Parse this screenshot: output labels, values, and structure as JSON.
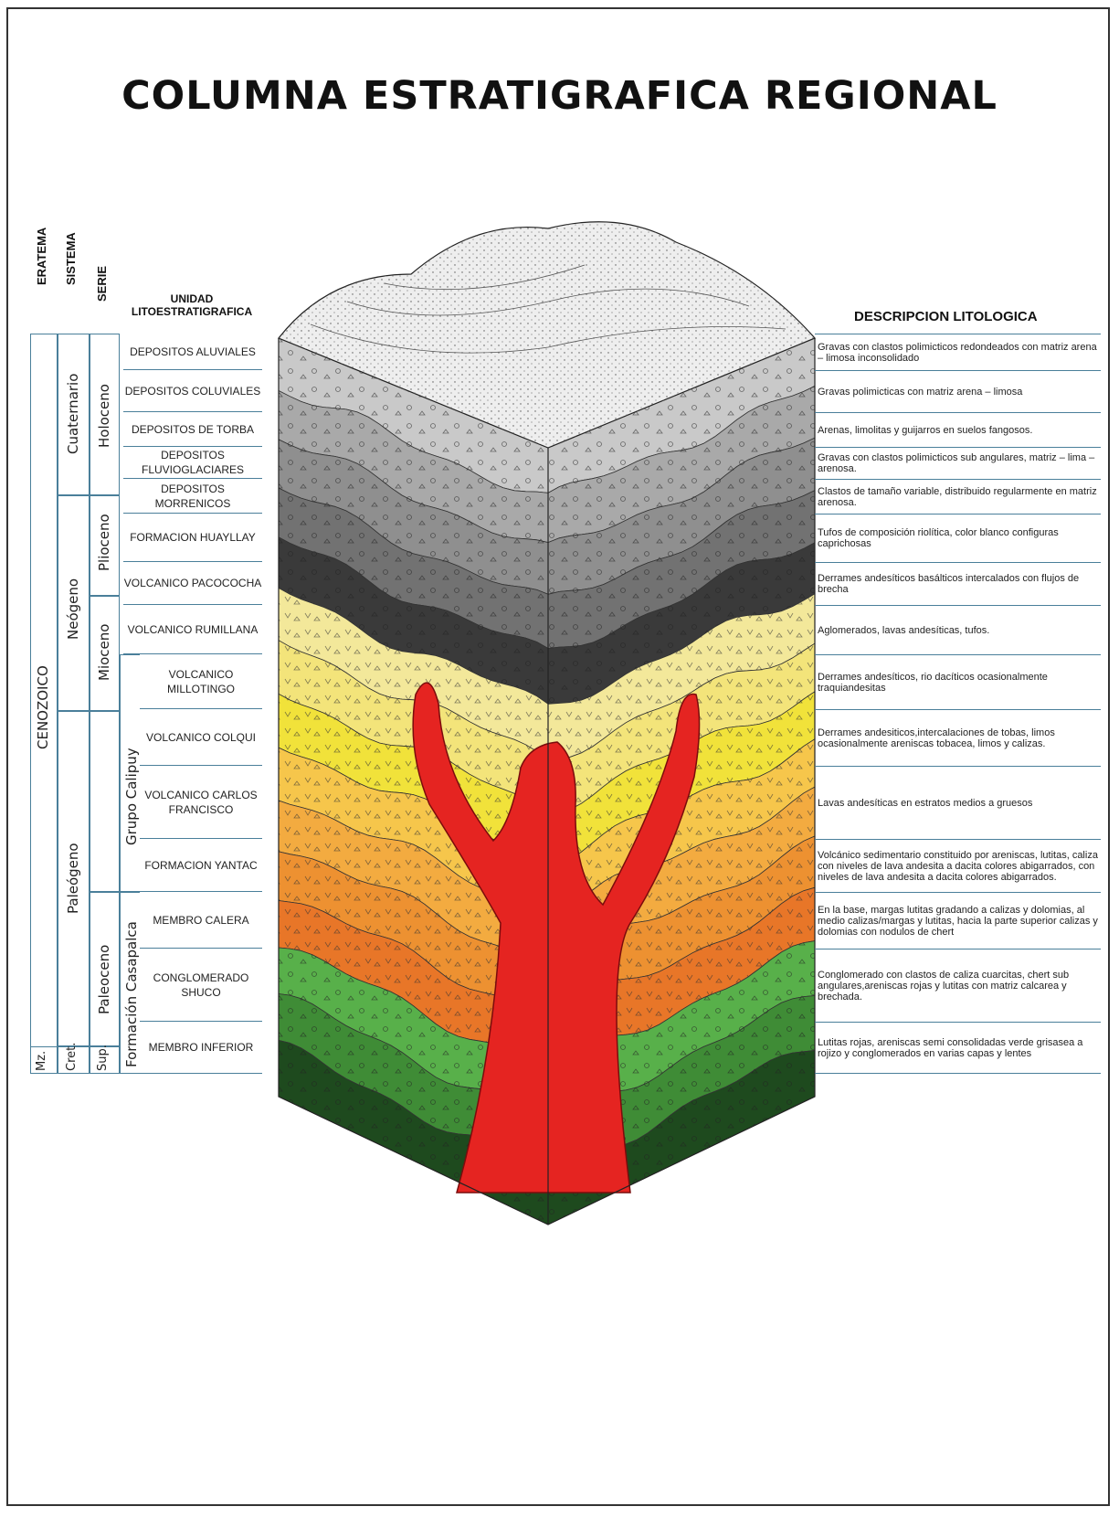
{
  "title": "COLUMNA ESTRATIGRAFICA REGIONAL",
  "headers": {
    "eratema": "ERATEMA",
    "sistema": "SISTEMA",
    "serie": "SERIE",
    "unidad": "UNIDAD LITOESTRATIGRAFICA",
    "descripcion": "DESCRIPCION LITOLOGICA"
  },
  "eratemas": [
    "CENOZOICO",
    "Mz."
  ],
  "sistemas": [
    "Cuaternario",
    "Neógeno",
    "Paleógeno",
    "Cret."
  ],
  "series": [
    "Holoceno",
    "Plioceno",
    "Mioceno",
    "Paleoceno",
    "Sup."
  ],
  "grupos": [
    "Grupo Calipuy",
    "Formación Casapalca"
  ],
  "units": [
    "DEPOSITOS ALUVIALES",
    "DEPOSITOS COLUVIALES",
    "DEPOSITOS DE TORBA",
    "DEPOSITOS FLUVIOGLACIARES",
    "DEPOSITOS MORRENICOS",
    "FORMACION HUAYLLAY",
    "VOLCANICO PACOCOCHA",
    "VOLCANICO RUMILLANA",
    "VOLCANICO MILLOTINGO",
    "VOLCANICO COLQUI",
    "VOLCANICO CARLOS FRANCISCO",
    "FORMACION YANTAC",
    "MEMBRO CALERA",
    "CONGLOMERADO SHUCO",
    "MEMBRO INFERIOR"
  ],
  "descriptions": [
    "Gravas con clastos polimicticos redondeados con matriz arena – limosa inconsolidado",
    "Gravas polimicticas con matriz arena – limosa",
    "Arenas, limolitas y guijarros en suelos fangosos.",
    "Gravas con clastos polimicticos sub angulares, matriz – lima – arenosa.",
    "Clastos de tamaño variable, distribuido regularmente en matriz arenosa.",
    "Tufos de composición riolítica, color blanco configuras caprichosas",
    "Derrames andesíticos basálticos intercalados con flujos de brecha",
    "Aglomerados, lavas andesíticas, tufos.",
    "Derrames andesíticos, rio dacíticos ocasionalmente traquiandesitas",
    "Derrames andesiticos,intercalaciones de tobas, limos ocasionalmente areniscas tobacea, limos y calizas.",
    "Lavas andesíticas en estratos medios a gruesos",
    "Volcánico sedimentario constituido por areniscas, lutitas, caliza con niveles de lava andesita a dacita colores abigarrados, con niveles de lava andesita a dacita colores abigarrados.",
    "En la base, margas lutitas gradando a calizas y dolomias, al medio calizas/margas y lutitas, hacia la parte superior calizas y dolomias con nodulos de chert",
    "Conglomerado con clastos de caliza cuarcitas, chert sub angulares,areniscas rojas y lutitas con matriz calcarea y brechada.",
    "Lutitas rojas, areniscas semi consolidadas verde grisasea a rojizo y conglomerados en varias capas y lentes"
  ],
  "layer_colors": [
    "#c9c9c9",
    "#a9a9a9",
    "#8f8f8f",
    "#727272",
    "#3a3a3a",
    "#f3e89a",
    "#f3e47a",
    "#f1e23a",
    "#f6c64b",
    "#f3ab40",
    "#ed9131",
    "#e87628",
    "#58b04a",
    "#3f8c36",
    "#1e4a1e"
  ]
}
